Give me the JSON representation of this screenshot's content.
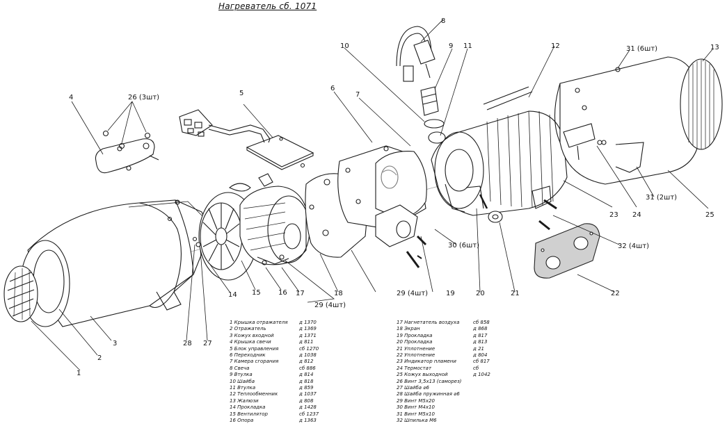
{
  "title": "Нагреватель сб. 1071",
  "callouts": {
    "c1": "1",
    "c2": "2",
    "c3": "3",
    "c4": "4",
    "c5": "5",
    "c6": "6",
    "c7": "7",
    "c8": "8",
    "c9": "9",
    "c10": "10",
    "c11": "11",
    "c12": "12",
    "c13": "13",
    "c14": "14",
    "c15": "15",
    "c16": "16",
    "c17": "17",
    "c18": "18",
    "c19": "19",
    "c20": "20",
    "c21": "21",
    "c22": "22",
    "c23": "23",
    "c24": "24",
    "c25": "25",
    "c26": "26 (3шт)",
    "c27": "27",
    "c28": "28",
    "c29a": "29 (4шт)",
    "c29b": "29 (4шт)",
    "c30": "30 (6шт)",
    "c31a": "31 (6шт)",
    "c31b": "31 (2шт)",
    "c32": "32 (4шт)"
  },
  "parts_left": [
    {
      "name": "1  Крышка отражателя",
      "code": "д 1370"
    },
    {
      "name": "2  Отражатель",
      "code": "д 1369"
    },
    {
      "name": "3  Кожух входной",
      "code": "д 1371"
    },
    {
      "name": "4  Крышка свечи",
      "code": "д 811"
    },
    {
      "name": "5  Блок управления",
      "code": "сб 1270"
    },
    {
      "name": "6  Переходник",
      "code": "д 1038"
    },
    {
      "name": "7  Камера сгорания",
      "code": "д 812"
    },
    {
      "name": "8  Свеча",
      "code": "сб 886"
    },
    {
      "name": "9  Втулка",
      "code": "д 814"
    },
    {
      "name": "10  Шайба",
      "code": "д 818"
    },
    {
      "name": "11  Втулка",
      "code": "д 859"
    },
    {
      "name": "12  Теплообменник",
      "code": "д 1037"
    },
    {
      "name": "13  Жалюзи",
      "code": "д 808"
    },
    {
      "name": "14  Прокладка",
      "code": "д 1428"
    },
    {
      "name": "15  Вентилятор",
      "code": "сб 1237"
    },
    {
      "name": "16  Опора",
      "code": "д 1363"
    }
  ],
  "parts_right": [
    {
      "name": "17  Нагнетатель воздуха",
      "code": "сб 858"
    },
    {
      "name": "18  Экран",
      "code": "д 868"
    },
    {
      "name": "19  Прокладка",
      "code": "д 817"
    },
    {
      "name": "20  Прокладка",
      "code": "д 813"
    },
    {
      "name": "21  Уплотнение",
      "code": "д 21"
    },
    {
      "name": "22  Уплотнение",
      "code": "д 804"
    },
    {
      "name": "23  Индикатор пламени",
      "code": "сб 817"
    },
    {
      "name": "24  Термостат",
      "code": "сб"
    },
    {
      "name": "25  Кожух выходной",
      "code": "д 1042"
    },
    {
      "name": "26  Винт 3,5х13 (саморез)",
      "code": ""
    },
    {
      "name": "27  Шайба ⌀6",
      "code": ""
    },
    {
      "name": "28  Шайба пружинная ⌀6",
      "code": ""
    },
    {
      "name": "29  Винт М5х20",
      "code": ""
    },
    {
      "name": "30  Винт М4х10",
      "code": ""
    },
    {
      "name": "31  Винт М5х10",
      "code": ""
    },
    {
      "name": "32  Шпилька М6",
      "code": ""
    }
  ]
}
